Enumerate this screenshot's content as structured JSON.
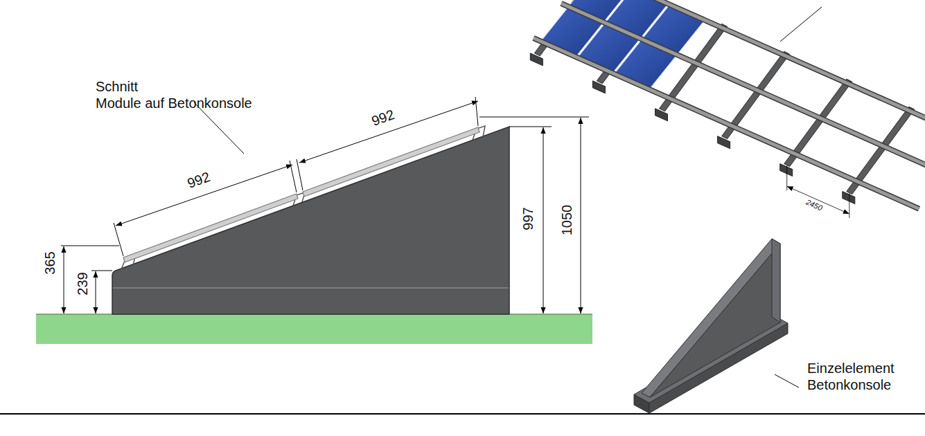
{
  "diagram": {
    "labels": [
      "Schnitt Module auf Betonkonsole",
      "992",
      "992",
      "365",
      "239",
      "997",
      "1050",
      "2450",
      "Einzelelement Betonkonsole"
    ]
  }
}
